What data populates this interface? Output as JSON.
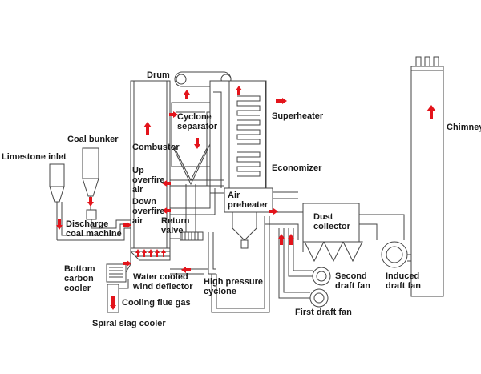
{
  "colors": {
    "line": "#444444",
    "arrow": "#e3141b",
    "text": "#1a1a1a",
    "background": "#ffffff"
  },
  "labels": {
    "drum": "Drum",
    "superheater": "Superheater",
    "cyclone_separator_1": "Cyclone",
    "cyclone_separator_2": "separator",
    "coal_bunker": "Coal bunker",
    "limestone_inlet": "Limestone inlet",
    "combustor": "Combustor",
    "up_overfire_1": "Up",
    "up_overfire_2": "overfire",
    "up_overfire_3": "air",
    "down_overfire_1": "Down",
    "down_overfire_2": "overfire",
    "down_overfire_3": "air",
    "economizer": "Economizer",
    "chimney": "Chimney",
    "air_preheater_1": "Air",
    "air_preheater_2": "preheater",
    "discharge_1": "Discharge",
    "discharge_2": "coal machine",
    "return_valve_1": "Return",
    "return_valve_2": "valve",
    "dust_collector_1": "Dust",
    "dust_collector_2": "collector",
    "bottom_carbon_1": "Bottom",
    "bottom_carbon_2": "carbon",
    "bottom_carbon_3": "cooler",
    "water_cooled_1": "Water cooled",
    "water_cooled_2": "wind deflector",
    "high_pressure_1": "High pressure",
    "high_pressure_2": "cyclone",
    "second_draft_1": "Second",
    "second_draft_2": "draft fan",
    "induced_draft_1": "Induced",
    "induced_draft_2": "draft fan",
    "first_draft_fan": "First draft fan",
    "cooling_flue_gas": "Cooling flue gas",
    "spiral_slag_cooler": "Spiral slag cooler"
  }
}
